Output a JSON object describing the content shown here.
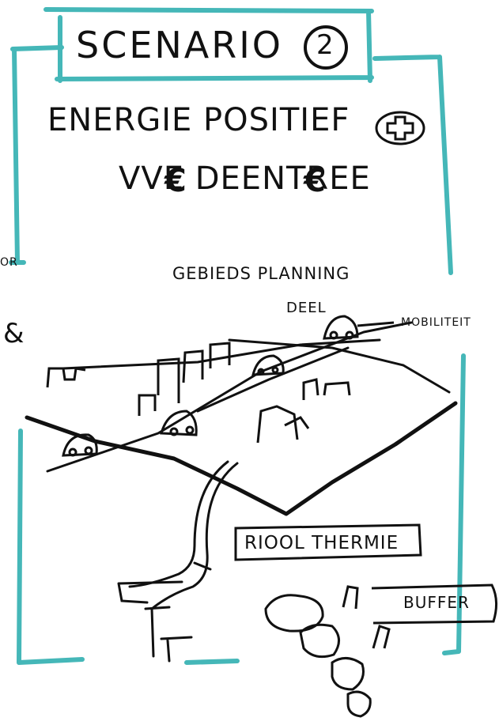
{
  "title": "SCENARIO",
  "title_number": "2",
  "subtitle_line1": "ENERGIE POSITIEF",
  "subtitle_line2": "VVE DEENTREE",
  "labels": {
    "gebieds_planning": "GEBIEDS PLANNING",
    "deel": "DEEL",
    "mobiliteit": "MOBILITEIT",
    "riool_thermie": "RIOOL THERMIE",
    "buffer": "BUFFER",
    "cut_or": "OR",
    "cut_amp": "&"
  },
  "colors": {
    "frame": "#45b7b8",
    "ink": "#111111"
  },
  "icons": [
    "plus-icon",
    "euro-sign-icon",
    "car-icon",
    "house-icon",
    "pipe-icon"
  ]
}
